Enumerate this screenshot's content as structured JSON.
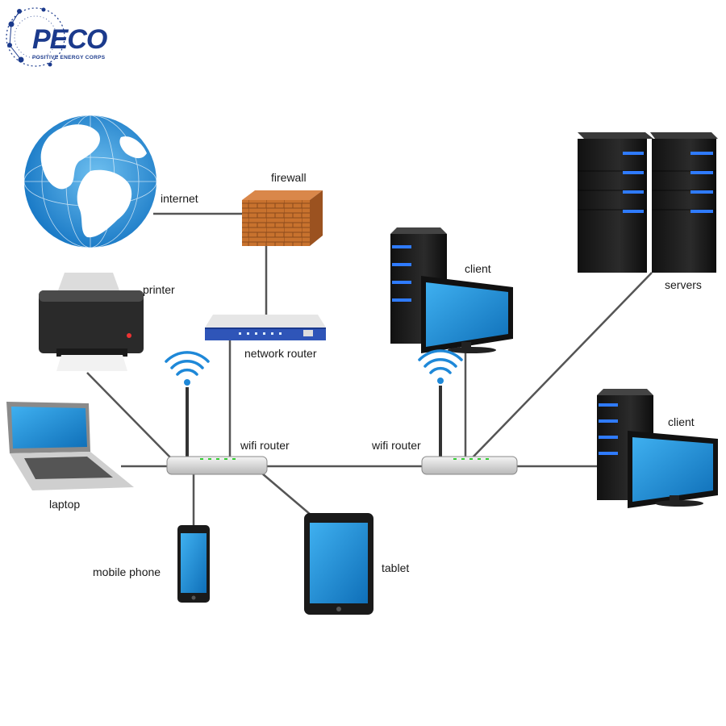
{
  "logo": {
    "name": "PECO",
    "tagline": "POSITIVE ENERGY CORPS"
  },
  "labels": {
    "internet": "internet",
    "firewall": "firewall",
    "network_router": "network router",
    "printer": "printer",
    "client_top": "client",
    "servers": "servers",
    "client_right": "client",
    "wifi_router_left": "wifi router",
    "wifi_router_right": "wifi router",
    "laptop": "laptop",
    "mobile_phone": "mobile phone",
    "tablet": "tablet"
  },
  "colors": {
    "screen": "#1a8fd8",
    "cable": "#555555",
    "brick": "#c46a2a",
    "server_body": "#1e1e1e",
    "server_light": "#2f7bff",
    "wifi": "#1e88d8",
    "logo": "#1b3a8c"
  }
}
